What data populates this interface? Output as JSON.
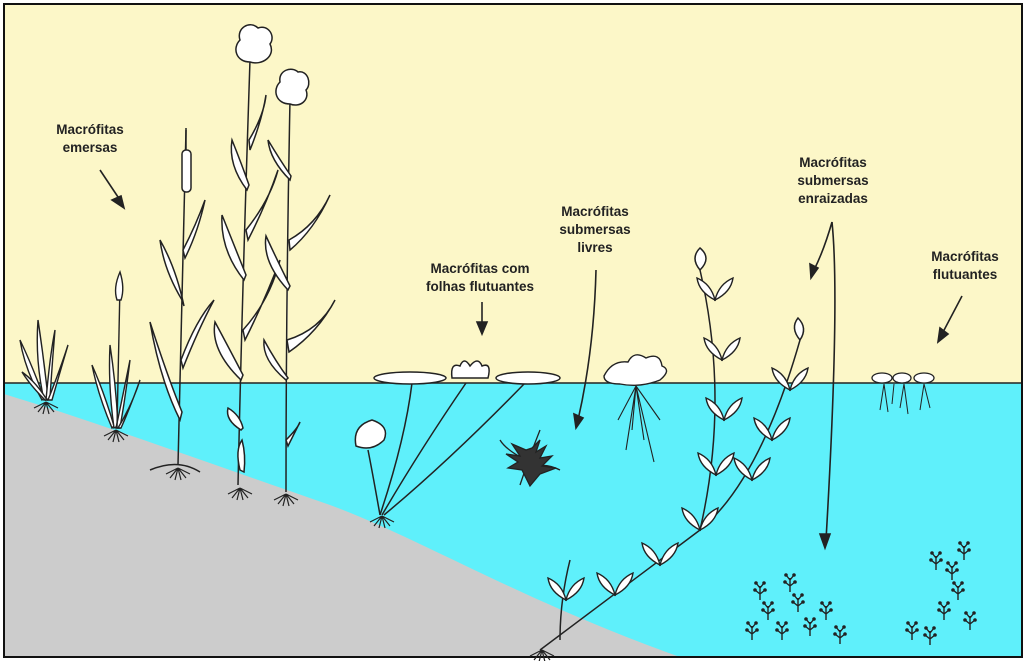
{
  "colors": {
    "sky": "#fcf7c8",
    "water": "#5ff0fb",
    "soil": "#cccccc",
    "outline": "#222222",
    "frame": "#111111"
  },
  "labels": {
    "emersas": [
      "Macrófitas",
      "emersas"
    ],
    "folhas_flutuantes": [
      "Macrófitas com",
      "folhas flutuantes"
    ],
    "submersas_livres": [
      "Macrófitas",
      "submersas",
      "livres"
    ],
    "submersas_enraizadas": [
      "Macrófitas",
      "submersas",
      "enraizadas"
    ],
    "flutuantes": [
      "Macrófitas",
      "flutuantes"
    ]
  }
}
